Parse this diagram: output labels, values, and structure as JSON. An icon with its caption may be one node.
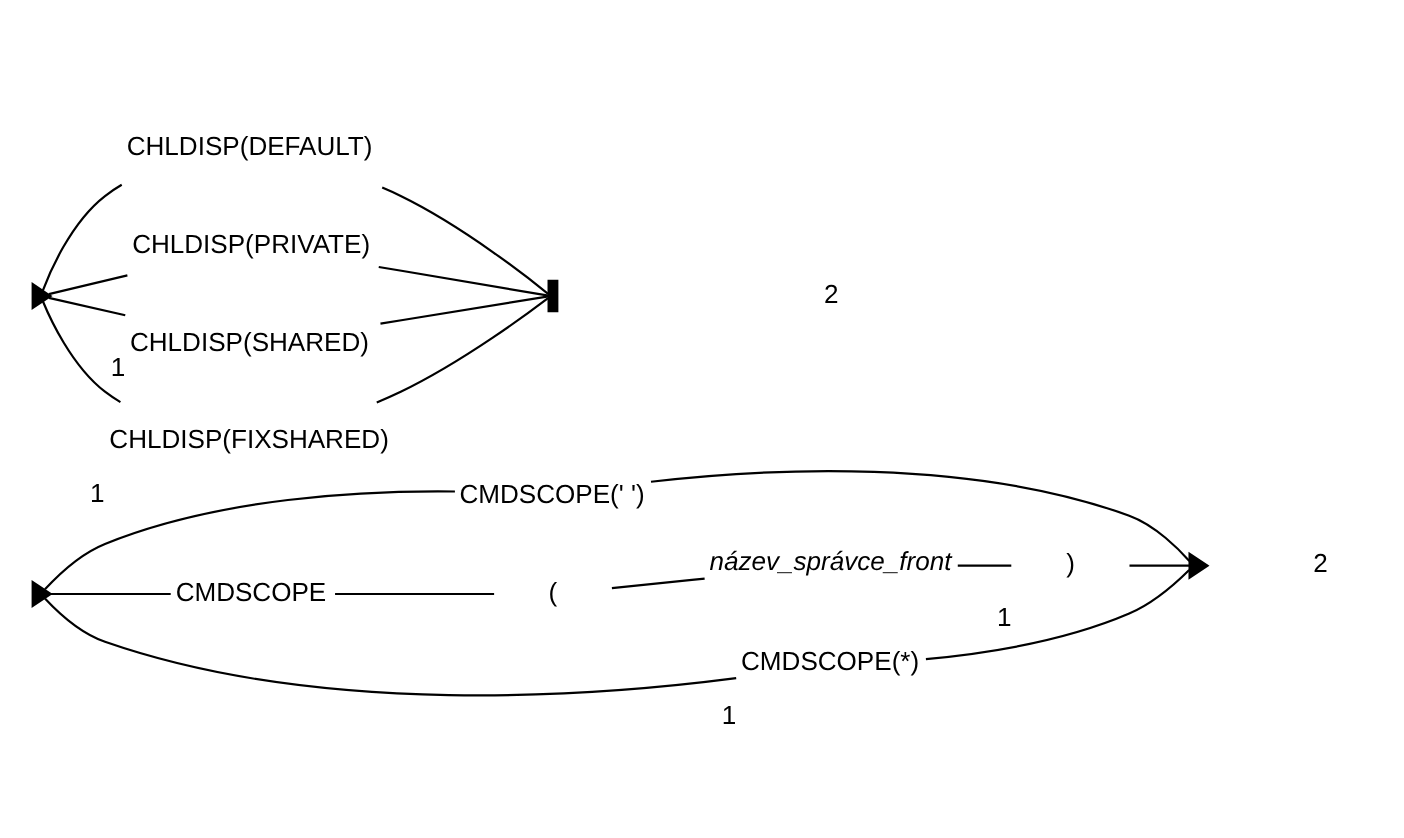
{
  "diagram": {
    "nodes": [
      {
        "text": [],
        "shape": "triangle"
      },
      {
        "text": [
          "CMDSCOPE(' ')"
        ]
      },
      {
        "text": [
          "CMDSCOPE"
        ]
      },
      {
        "text": [
          "("
        ]
      },
      {
        "text": [
          "název_správce_front"
        ]
      },
      {
        "text": [
          ")"
        ],
        "beside": [
          "1"
        ]
      },
      {
        "text": [
          "CMDSCOPE(*)"
        ],
        "beside": [
          "1"
        ]
      },
      {
        "text": [],
        "shape": "triangle"
      },
      {
        "text": [],
        "shape": "triangle"
      },
      {
        "text": [
          "CHLDISP(DEFAULT)"
        ]
      },
      {
        "text": [
          "CHLDISP(PRIVATE)"
        ]
      },
      {
        "text": [
          "CHLDISP(SHARED)"
        ],
        "beside": [
          "1"
        ]
      },
      {
        "text": [
          "CHLDISP(FIXSHARED)"
        ],
        "beside": [
          "1"
        ]
      },
      {
        "text": [],
        "shape": "bar"
      }
    ],
    "edges": [
      {
        "from": 0,
        "to": 1,
        "arrow": "none"
      },
      {
        "from": 0,
        "to": 2,
        "arrow": "none"
      },
      {
        "from": 2,
        "to": 3,
        "arrow": "none"
      },
      {
        "from": 3,
        "to": 4,
        "arrow": "none"
      },
      {
        "from": 4,
        "to": 5,
        "arrow": "none"
      },
      {
        "from": 0,
        "to": 6,
        "arrow": "none"
      },
      {
        "from": 1,
        "to": 7,
        "arrow": "none"
      },
      {
        "from": 5,
        "to": 7,
        "arrow": "none"
      },
      {
        "from": 6,
        "to": 7,
        "arrow": "none"
      },
      {
        "from": 8,
        "to": 9,
        "arrow": "none"
      },
      {
        "from": 8,
        "to": 10,
        "arrow": "none"
      },
      {
        "from": 8,
        "to": 11,
        "arrow": "none"
      },
      {
        "from": 8,
        "to": 12,
        "arrow": "none"
      },
      {
        "from": 9,
        "to": 13,
        "arrow": "none"
      },
      {
        "from": 10,
        "to": 13,
        "arrow": "none"
      },
      {
        "from": 11,
        "to": 13,
        "arrow": "none"
      },
      {
        "from": 12,
        "to": 13,
        "arrow": "none"
      }
    ],
    "labels": [
      "2",
      "2"
    ]
  }
}
